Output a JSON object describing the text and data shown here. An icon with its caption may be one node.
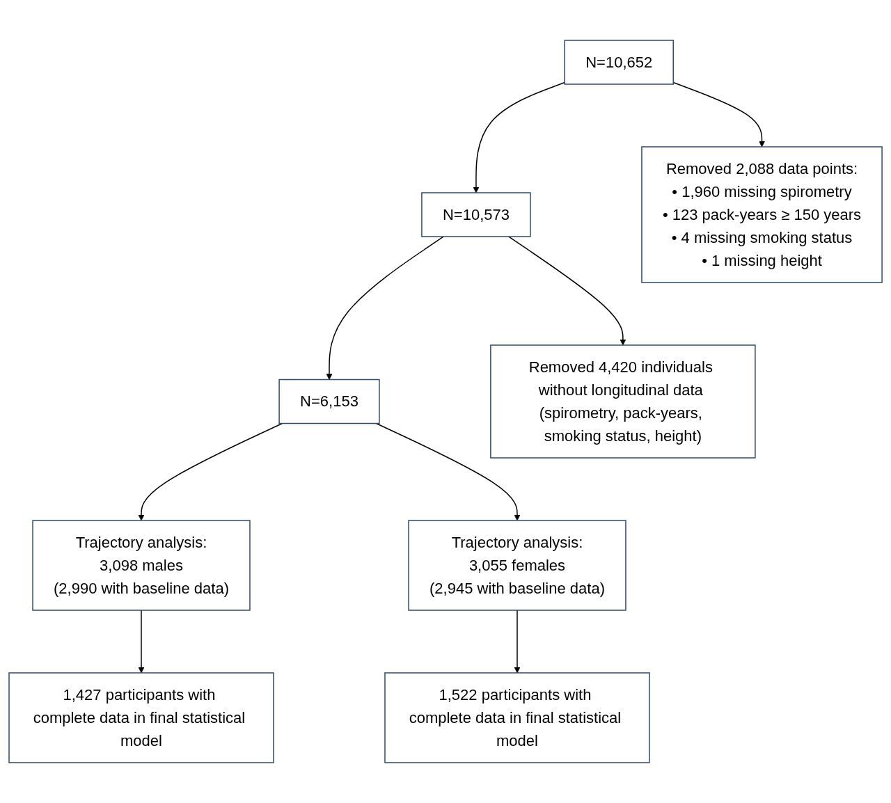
{
  "diagram": {
    "nodes": [
      {
        "text": [
          "N=10,652"
        ]
      },
      {
        "text": [
          "Removed 2,088 data points:",
          "• 1,960 missing spirometry",
          "• 123 pack-years ≥ 150 years",
          "• 4 missing smoking status",
          "• 1 missing height"
        ]
      },
      {
        "text": [
          "N=10,573"
        ]
      },
      {
        "text": [
          "Removed 4,420 individuals without longitudinal data (spirometry, pack-years, smoking status, height)"
        ]
      },
      {
        "text": [
          "N=6,153"
        ]
      },
      {
        "text": [
          "Trajectory analysis:",
          "3,098 males",
          "(2,990 with baseline data)"
        ]
      },
      {
        "text": [
          "Trajectory analysis:",
          "3,055 females",
          "(2,945 with baseline data)"
        ]
      },
      {
        "text": [
          "1,427 participants with complete data in final statistical model"
        ]
      },
      {
        "text": [
          "1,522 participants with complete data in final statistical model"
        ]
      }
    ],
    "edges": [
      {
        "from": 0,
        "to": 2,
        "arrow": "to"
      },
      {
        "from": 0,
        "to": 1,
        "arrow": "to"
      },
      {
        "from": 2,
        "to": 4,
        "arrow": "to"
      },
      {
        "from": 2,
        "to": 3,
        "arrow": "to"
      },
      {
        "from": 4,
        "to": 5,
        "arrow": "to"
      },
      {
        "from": 4,
        "to": 6,
        "arrow": "to"
      },
      {
        "from": 5,
        "to": 7,
        "arrow": "to"
      },
      {
        "from": 6,
        "to": 8,
        "arrow": "to"
      }
    ]
  }
}
